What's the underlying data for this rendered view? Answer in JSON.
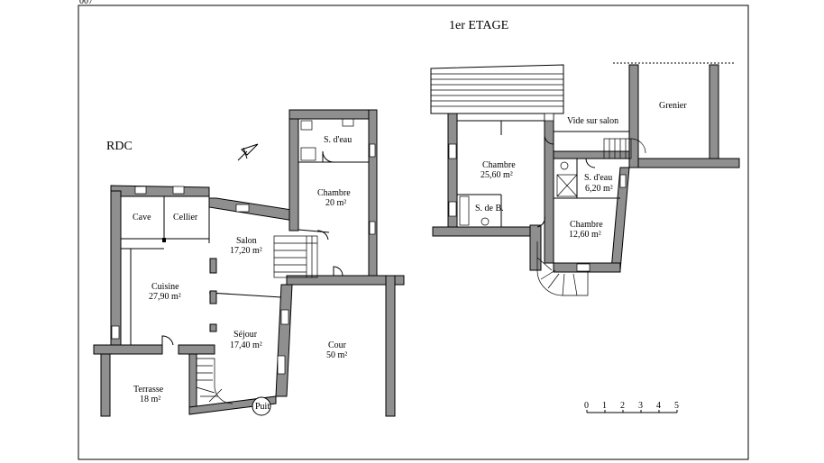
{
  "corner_label": "007",
  "rdc": {
    "title": "RDC",
    "rooms": {
      "cave": "Cave",
      "cellier": "Cellier",
      "cuisine_name": "Cuisine",
      "cuisine_area": "27,90 m²",
      "salon_name": "Salon",
      "salon_area": "17,20 m²",
      "sejour_name": "Séjour",
      "sejour_area": "17,40 m²",
      "chambre_name": "Chambre",
      "chambre_area": "20 m²",
      "sdeau": "S. d'eau",
      "cour_name": "Cour",
      "cour_area": "50 m²",
      "terrasse_name": "Terrasse",
      "terrasse_area": "18 m²",
      "puits": "Puit"
    }
  },
  "etage": {
    "title": "1er ETAGE",
    "rooms": {
      "vide": "Vide sur salon",
      "grenier": "Grenier",
      "chambre1_name": "Chambre",
      "chambre1_area": "25,60 m²",
      "sdb": "S. de B.",
      "sdeau_name": "S. d'eau",
      "sdeau_area": "6,20 m²",
      "chambre2_name": "Chambre",
      "chambre2_area": "12,60 m²"
    }
  },
  "scale": {
    "ticks": [
      "0",
      "1",
      "2",
      "3",
      "4",
      "5"
    ]
  },
  "colors": {
    "wall": "#8f8f8f",
    "line": "#000000",
    "background": "#ffffff"
  }
}
